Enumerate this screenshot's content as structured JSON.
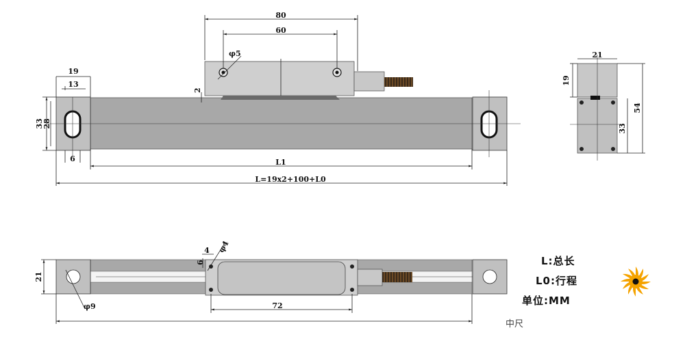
{
  "front_view": {
    "dims": {
      "carriage_width": "80",
      "hole_spacing": "60",
      "hole_dia": "φ5",
      "gap": "2",
      "end_block_width": "19",
      "end_block_inner": "13",
      "height": "33",
      "slot_height": "28",
      "slot_width": "6",
      "scale_length": "L1",
      "total_length_formula": "L=19x2+100+L0"
    }
  },
  "side_view": {
    "dims": {
      "width": "21",
      "upper_height": "19",
      "total_height": "54",
      "lower_height": "33"
    }
  },
  "bottom_view": {
    "dims": {
      "height": "21",
      "small_offset": "4",
      "small_offset_v": "6",
      "screw_dia": "φ4",
      "end_hole_dia": "φ9",
      "screw_spacing": "72"
    }
  },
  "legend": {
    "line1": "L:总长",
    "line2": "L0:行程",
    "line3": "单位:MM"
  },
  "stamp_text": "中尺",
  "colors": {
    "body_gray": "#a8a8a8",
    "carriage_gray": "#c8c8c8",
    "logo_orange": "#f5a300"
  }
}
